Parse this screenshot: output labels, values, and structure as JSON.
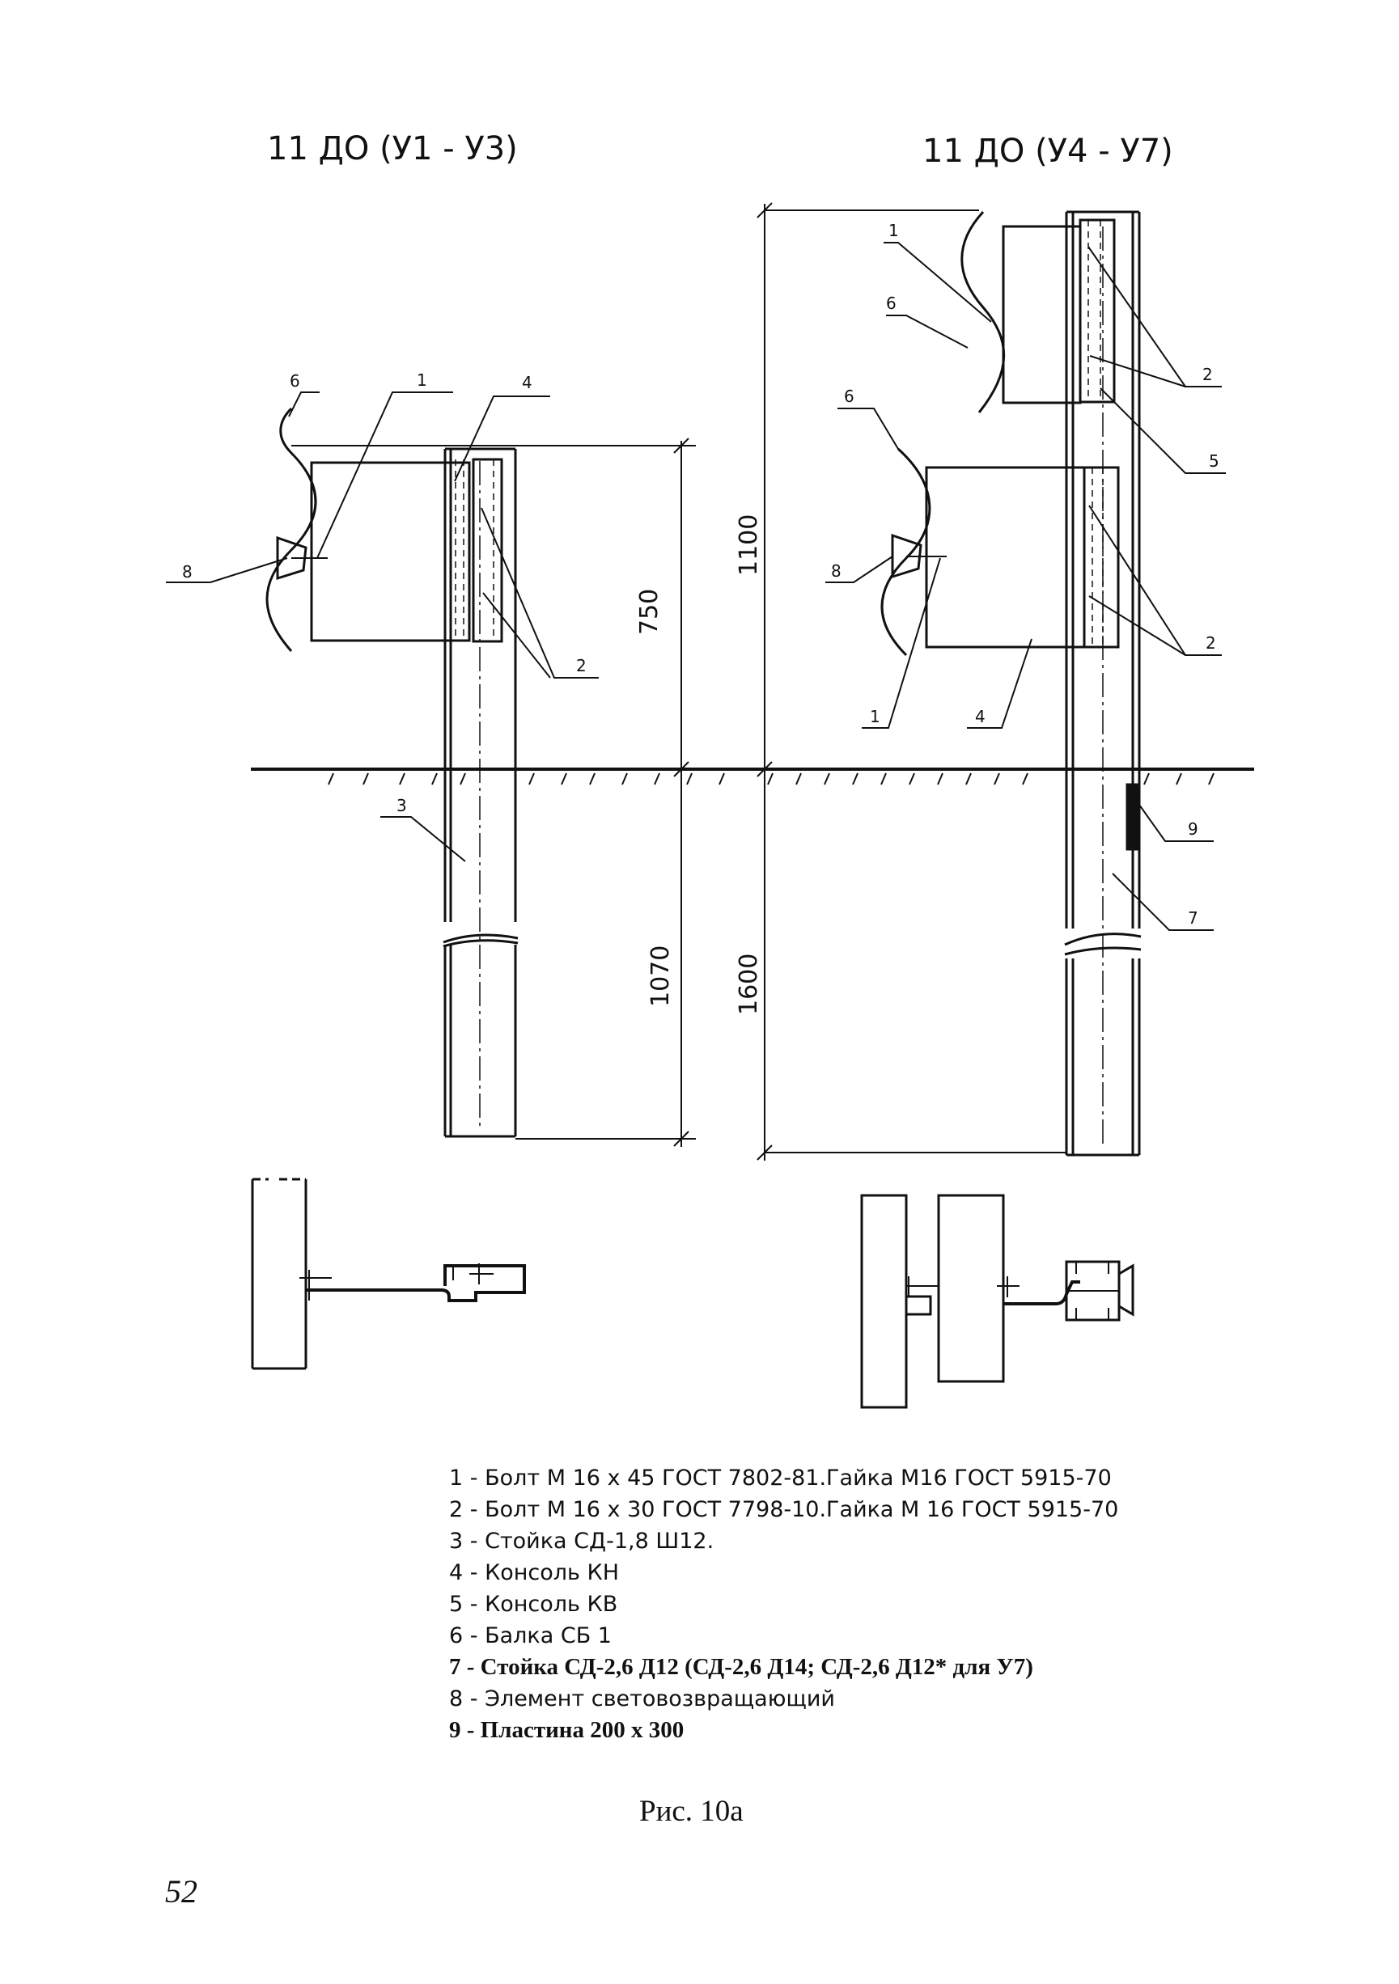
{
  "titles": {
    "left": "11 ДО (У1 - У3)",
    "right": "11 ДО (У4 - У7)"
  },
  "dimensions": {
    "left_upper": "750",
    "left_lower": "1070",
    "right_upper": "1100",
    "right_lower": "1600"
  },
  "callouts": {
    "l_1": "1",
    "l_2": "2",
    "l_3": "3",
    "l_4": "4",
    "l_6": "6",
    "l_8": "8",
    "r_1_top": "1",
    "r_1_bottom": "1",
    "r_2_top": "2",
    "r_2_bottom": "2",
    "r_4": "4",
    "r_5": "5",
    "r_6_top": "6",
    "r_6_mid": "6",
    "r_7": "7",
    "r_8": "8",
    "r_9": "9"
  },
  "legend": [
    "1 - Болт М 16 х 45 ГОСТ  7802-81.Гайка М16  ГОСТ 5915-70",
    "2 - Болт М 16 х 30 ГОСТ 7798-10.Гайка М 16  ГОСТ 5915-70",
    "3 - Стойка  СД-1,8 Ш12.",
    "4 - Консоль   КН",
    "5 - Консоль   КВ",
    "6 - Балка СБ 1",
    "7 - Стойка  СД-2,6 Д12 (СД-2,6 Д14; СД-2,6 Д12* для У7)",
    "8 - Элемент световозвращающий",
    "9 - Пластина 200 х 300"
  ],
  "caption": "Рис. 10а",
  "page_number": "52"
}
